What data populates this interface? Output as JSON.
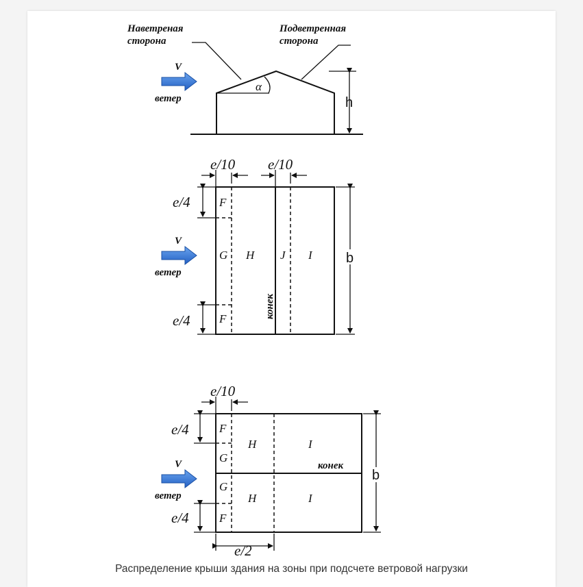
{
  "labels": {
    "windward_line1": "Наветреная",
    "windward_line2": "сторона",
    "leeward_line1": "Подветренная",
    "leeward_line2": "сторона",
    "wind_symbol": "V",
    "wind_word": "ветер",
    "alpha": "α",
    "height": "h",
    "width": "b",
    "e10": "e/10",
    "e4": "e/4",
    "e2": "e/2",
    "zone_f": "F",
    "zone_g": "G",
    "zone_h": "H",
    "zone_i": "I",
    "zone_j": "J",
    "ridge": "конек"
  },
  "caption": "Распределение крыши здания на зоны при подсчете ветровой нагрузки",
  "colors": {
    "arrow_fill": "#2f73d6",
    "arrow_stroke": "#1a4fa3",
    "line": "#111111"
  }
}
